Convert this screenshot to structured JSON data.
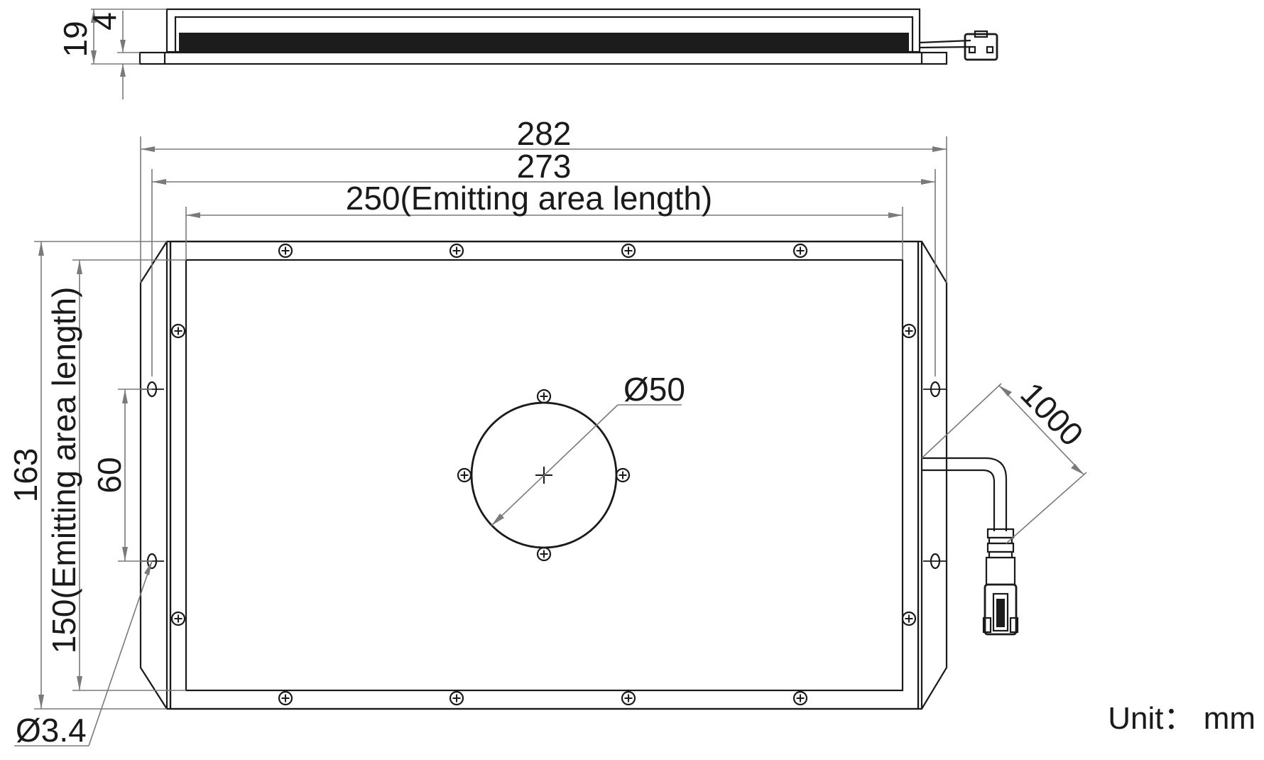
{
  "dimensions": {
    "total_height_side": "19",
    "panel_thickness": "4",
    "overall_width": "282",
    "mounting_width": "273",
    "emitting_width": "250(Emitting area length)",
    "overall_height": "163",
    "emitting_height": "150(Emitting area length)",
    "hole_spacing": "60",
    "window_diameter": "Ø50",
    "cable_length": "1000",
    "hole_diameter": "Ø3.4"
  },
  "unit_label": "Unit： mm",
  "colors": {
    "outline": "#1a1a1a",
    "dimension_line": "#7a7a7a",
    "background": "#ffffff"
  }
}
